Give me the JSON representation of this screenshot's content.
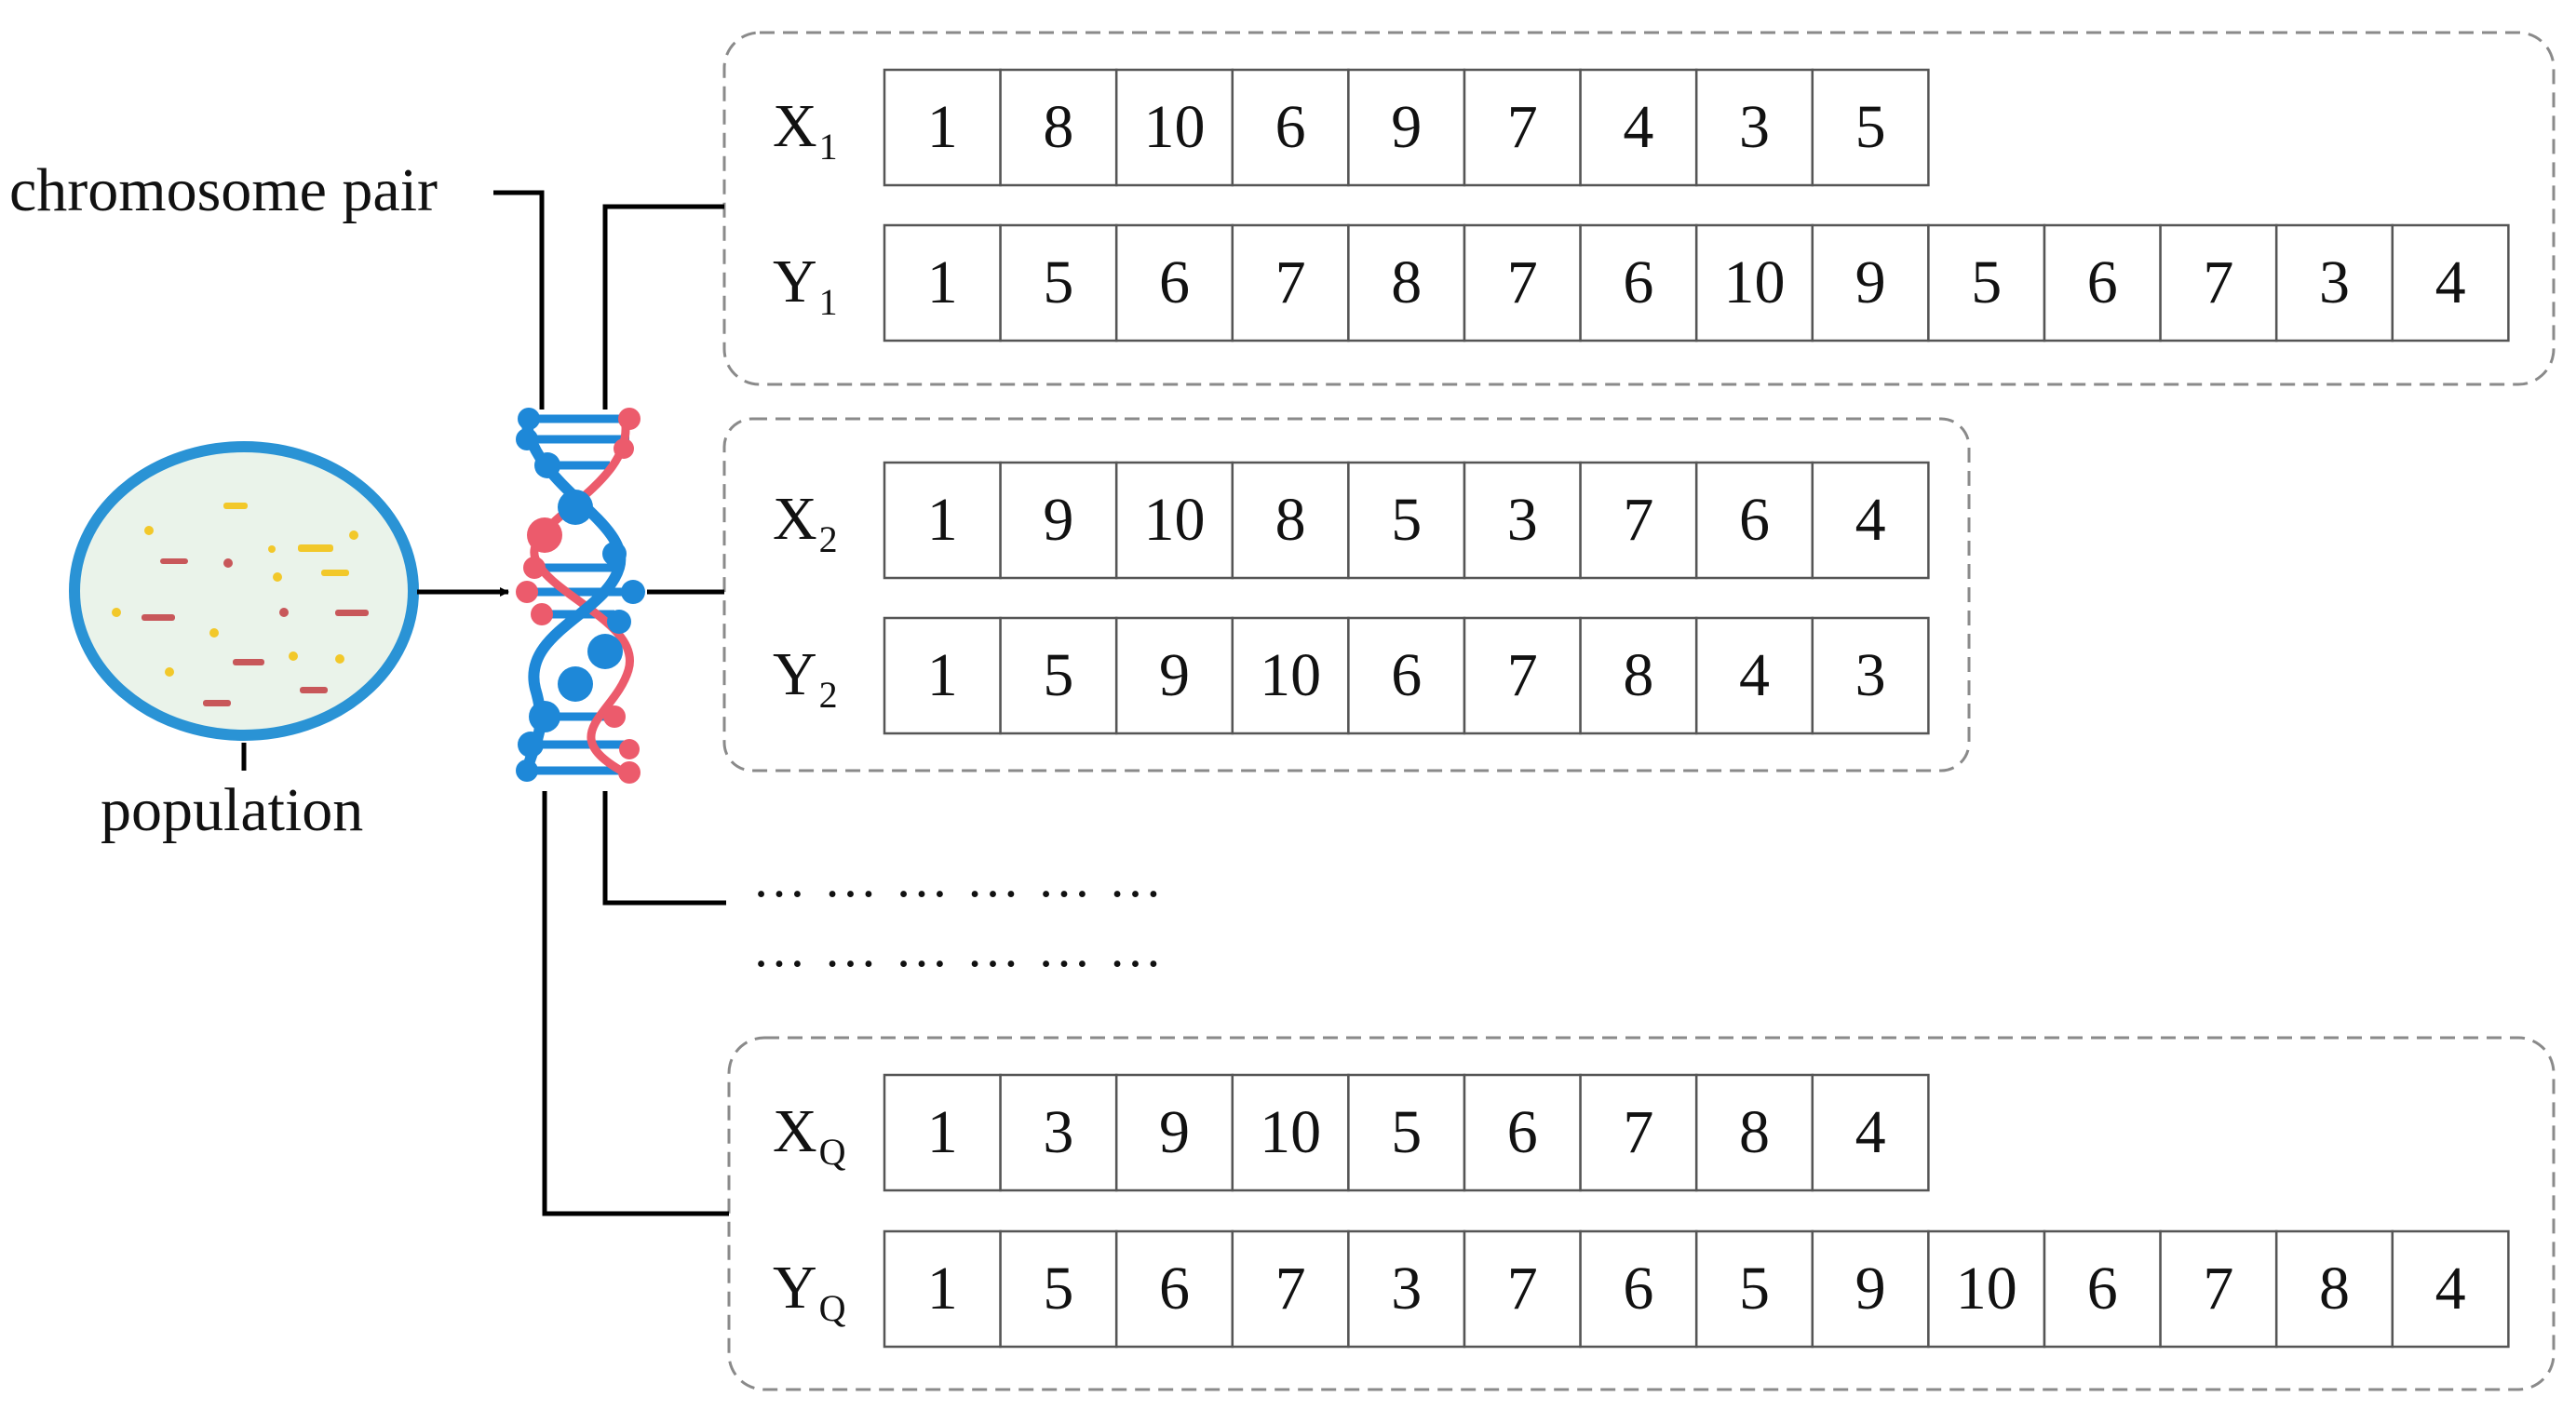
{
  "labels": {
    "chromosome_pair": "chromosome pair",
    "population": "population",
    "ellipsis_line_1": "… … … … … …",
    "ellipsis_line_2": "… … … … … …"
  },
  "groups": [
    {
      "rows": [
        {
          "letter": "X",
          "sub": "1",
          "values": [
            1,
            8,
            10,
            6,
            9,
            7,
            4,
            3,
            5
          ]
        },
        {
          "letter": "Y",
          "sub": "1",
          "values": [
            1,
            5,
            6,
            7,
            8,
            7,
            6,
            10,
            9,
            5,
            6,
            7,
            3,
            4
          ]
        }
      ]
    },
    {
      "rows": [
        {
          "letter": "X",
          "sub": "2",
          "values": [
            1,
            9,
            10,
            8,
            5,
            3,
            7,
            6,
            4
          ]
        },
        {
          "letter": "Y",
          "sub": "2",
          "values": [
            1,
            5,
            9,
            10,
            6,
            7,
            8,
            4,
            3
          ]
        }
      ]
    },
    {
      "rows": [
        {
          "letter": "X",
          "sub": "Q",
          "values": [
            1,
            3,
            9,
            10,
            5,
            6,
            7,
            8,
            4
          ]
        },
        {
          "letter": "Y",
          "sub": "Q",
          "values": [
            1,
            5,
            6,
            7,
            3,
            7,
            6,
            5,
            9,
            10,
            6,
            7,
            8,
            4
          ]
        }
      ]
    }
  ],
  "colors": {
    "line": "#000000",
    "cell_border": "#555555",
    "dashed_box": "#8a8a8a",
    "dish_rim": "#2a93d5",
    "dish_fill": "#eaf3ea",
    "dna_blue": "#1e88d8",
    "dna_red": "#ec5b6c",
    "particle_red": "#c8575a",
    "particle_yellow": "#f2c82a"
  }
}
